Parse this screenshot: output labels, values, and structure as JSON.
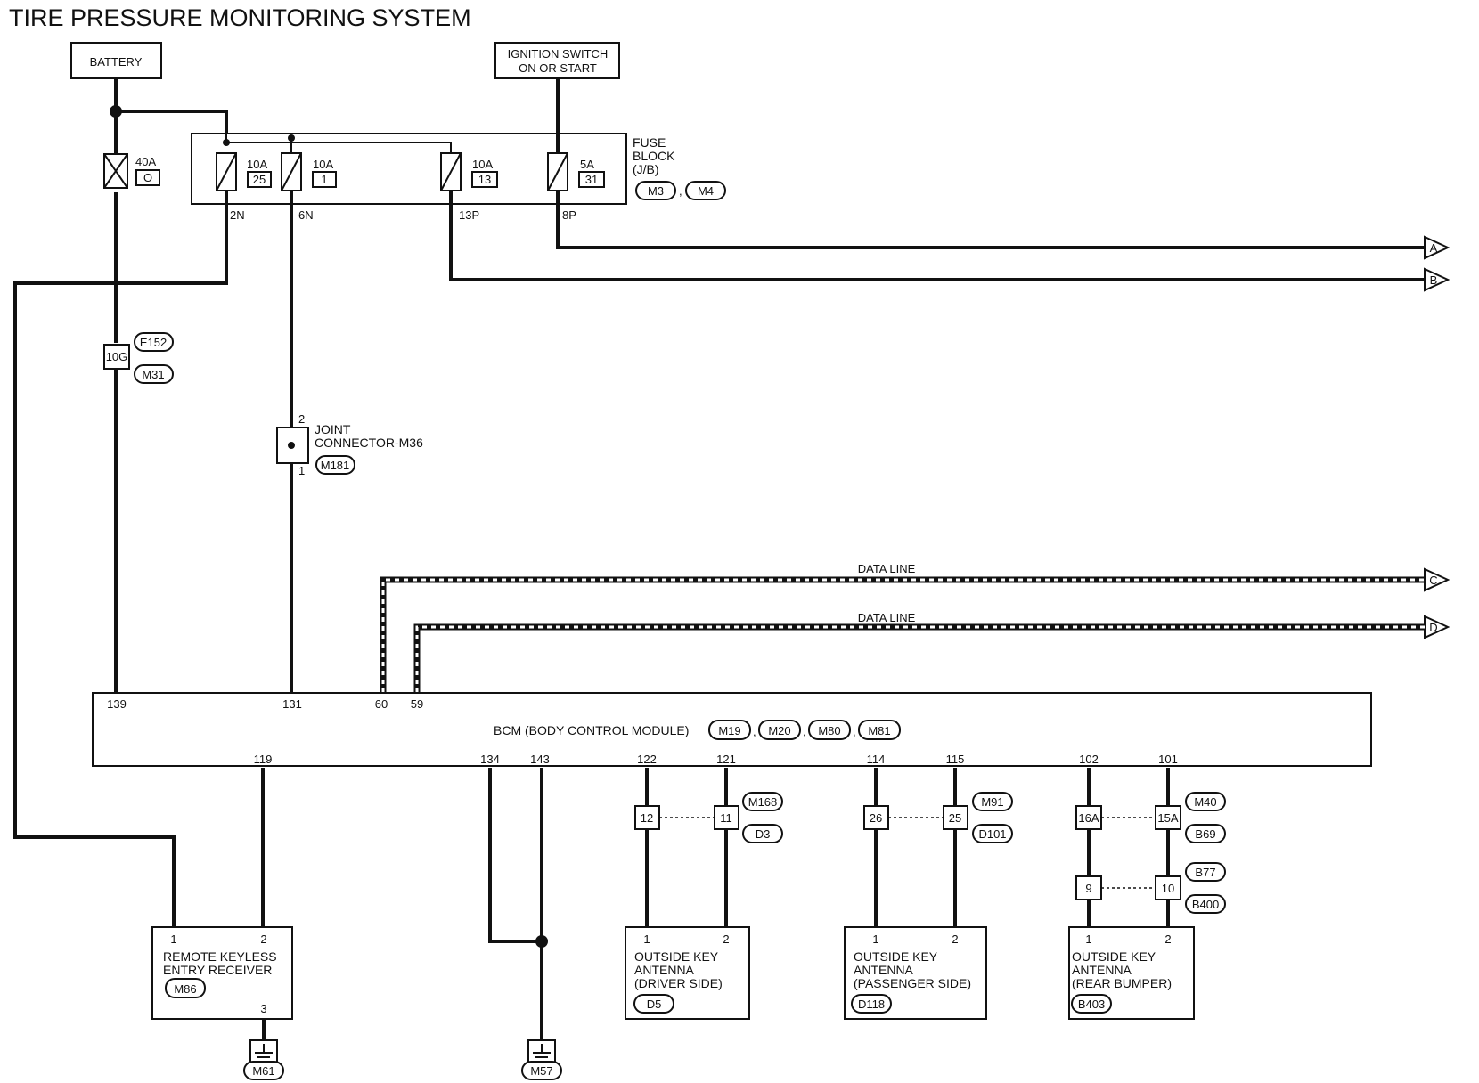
{
  "title": "TIRE PRESSURE MONITORING SYSTEM",
  "sources": {
    "battery": "BATTERY",
    "ignition_line1": "IGNITION SWITCH",
    "ignition_line2": "ON OR START"
  },
  "fuse_block": {
    "label_line1": "FUSE",
    "label_line2": "BLOCK",
    "label_line3": "(J/B)",
    "connectors": [
      "M3",
      "M4"
    ],
    "fuses": [
      {
        "rating": "10A",
        "number": "25",
        "terminal": "2N"
      },
      {
        "rating": "10A",
        "number": "1",
        "terminal": "6N"
      },
      {
        "rating": "10A",
        "number": "13",
        "terminal": "13P"
      },
      {
        "rating": "5A",
        "number": "31",
        "terminal": "8P"
      }
    ]
  },
  "fusible_link": {
    "rating": "40A",
    "id": "O"
  },
  "inline_connector": {
    "pin": "10G",
    "connectors": [
      "E152",
      "M31"
    ]
  },
  "joint_connector": {
    "line1": "JOINT",
    "line2": "CONNECTOR-M36",
    "connector": "M181",
    "pin_top": "2",
    "pin_bottom": "1"
  },
  "offpage": [
    "A",
    "B",
    "C",
    "D"
  ],
  "data_line_label": "DATA LINE",
  "bcm": {
    "label": "BCM (BODY CONTROL MODULE)",
    "connectors": [
      "M19",
      "M20",
      "M80",
      "M81"
    ],
    "top_pins": [
      "139",
      "131",
      "60",
      "59"
    ],
    "bottom_pins": [
      "119",
      "134",
      "143",
      "122",
      "121",
      "114",
      "115",
      "102",
      "101"
    ]
  },
  "harness_connectors": [
    {
      "pins": [
        "12",
        "11"
      ],
      "connectors": [
        "M168",
        "D3"
      ]
    },
    {
      "pins": [
        "26",
        "25"
      ],
      "connectors": [
        "M91",
        "D101"
      ]
    },
    {
      "pins": [
        "16A",
        "15A"
      ],
      "connectors": [
        "M40",
        "B69"
      ]
    },
    {
      "pins": [
        "9",
        "10"
      ],
      "connectors": [
        "B77",
        "B400"
      ]
    }
  ],
  "components": [
    {
      "line1": "REMOTE KEYLESS",
      "line2": "ENTRY RECEIVER",
      "line3": "",
      "connector": "M86",
      "pins": [
        "1",
        "2",
        "3"
      ]
    },
    {
      "line1": "OUTSIDE KEY",
      "line2": "ANTENNA",
      "line3": "(DRIVER SIDE)",
      "connector": "D5",
      "pins": [
        "1",
        "2"
      ]
    },
    {
      "line1": "OUTSIDE KEY",
      "line2": "ANTENNA",
      "line3": "(PASSENGER SIDE)",
      "connector": "D118",
      "pins": [
        "1",
        "2"
      ]
    },
    {
      "line1": "OUTSIDE KEY",
      "line2": "ANTENNA",
      "line3": "(REAR BUMPER)",
      "connector": "B403",
      "pins": [
        "1",
        "2"
      ]
    }
  ],
  "grounds": [
    "M61",
    "M57"
  ],
  "separators": [
    ","
  ]
}
